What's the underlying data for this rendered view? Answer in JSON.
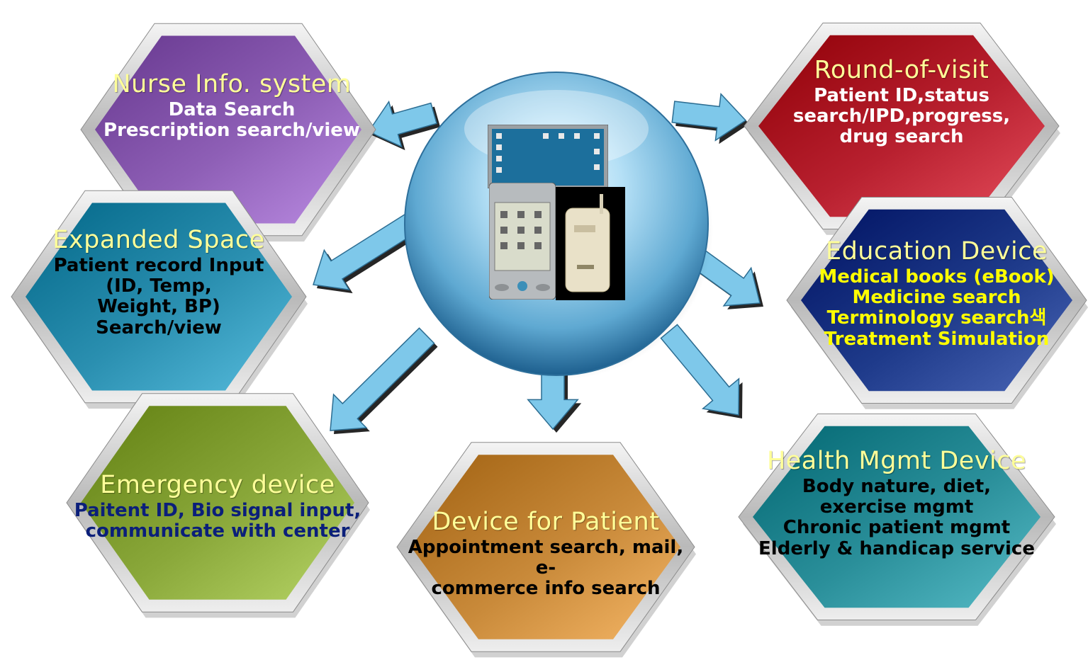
{
  "colors": {
    "nurse": "#8e5fb6",
    "round": "#b8202f",
    "expanded": "#2a8fb0",
    "education": "#1e3a8a",
    "emergency": "#8aa83a",
    "patient": "#c98a3a",
    "health": "#2a8f9a",
    "arrow": "#7ec8ea",
    "title_color": "#ffff99"
  },
  "hub": {
    "icon": "handheld-devices-icon"
  },
  "nodes": {
    "nurse": {
      "title": "Nurse Info. system",
      "lines": [
        "Data Search",
        "Prescription search/view"
      ]
    },
    "round": {
      "title": "Round-of-visit",
      "lines": [
        "Patient ID,status",
        "search/IPD,progress,",
        "drug search"
      ]
    },
    "expanded": {
      "title": "Expanded Space",
      "lines": [
        "Patient record Input",
        "(ID, Temp,",
        "Weight, BP)",
        "Search/view"
      ]
    },
    "education": {
      "title": "Education Device",
      "lines": [
        "Medical books (eBook)",
        "Medicine search",
        "Terminology search색",
        "Treatment Simulation"
      ]
    },
    "emergency": {
      "title": "Emergency device",
      "lines": [
        "Paitent ID, Bio signal input,",
        "communicate with center"
      ]
    },
    "patient": {
      "title": "Device for Patient",
      "lines": [
        "Appointment search, mail, e-",
        "commerce info search"
      ]
    },
    "health": {
      "title": "Health Mgmt Device",
      "lines": [
        "Body nature, diet,",
        "exercise mgmt",
        "Chronic patient mgmt",
        "Elderly & handicap service"
      ]
    }
  }
}
